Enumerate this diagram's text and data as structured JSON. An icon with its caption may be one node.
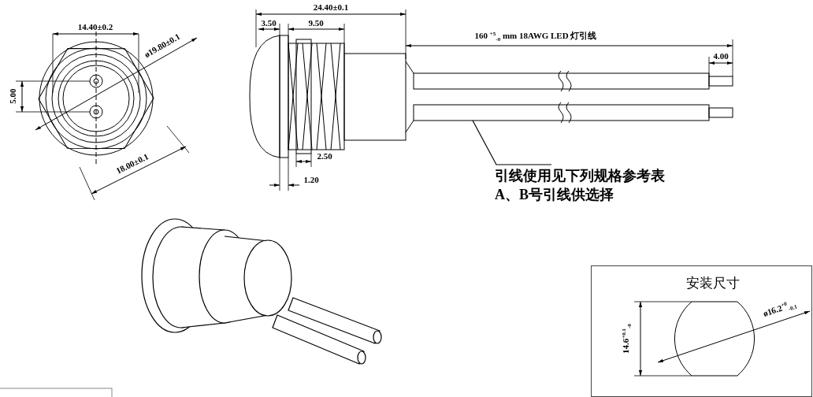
{
  "diagram": {
    "nodes": [
      {
        "text": [
          "引线使用见下列规格参考表",
          "A、B号引线供选择"
        ]
      },
      {
        "text": [],
        "shape": "bar"
      },
      {
        "text": [
          "安装尺寸"
        ]
      }
    ],
    "edges": [
      {
        "from": 0,
        "to": 1,
        "arrow": "none"
      }
    ],
    "labels": [
      "14.40±0.2",
      "ø19.80±0.1",
      "5.00",
      "18.00±0.1",
      "24.40±0.1",
      "3.50",
      "9.50",
      "160 $^{+5}$$_{-0}$ mm 18AWG LED 灯引线",
      "4.00",
      "2.50",
      "1.20",
      "14.6$^{+0.1}$$_{-0}$",
      "ø16.2$^{+0}$$_{-0.1}$"
    ]
  }
}
